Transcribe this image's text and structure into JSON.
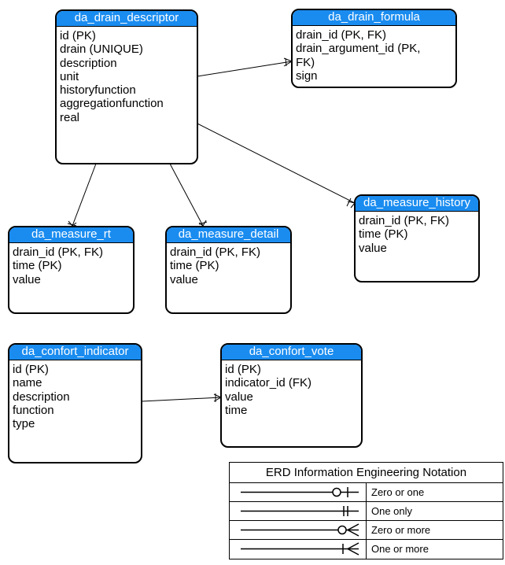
{
  "entities": {
    "drain_descriptor": {
      "name": "da_drain_descriptor",
      "attributes": [
        "id (PK)",
        "drain (UNIQUE)",
        "description",
        "unit",
        "historyfunction",
        "aggregationfunction",
        "real"
      ]
    },
    "drain_formula": {
      "name": "da_drain_formula",
      "attributes": [
        "drain_id (PK, FK)",
        "drain_argument_id (PK,\nFK)",
        "sign"
      ]
    },
    "measure_rt": {
      "name": "da_measure_rt",
      "attributes": [
        "drain_id (PK, FK)",
        "time (PK)",
        "value"
      ]
    },
    "measure_detail": {
      "name": "da_measure_detail",
      "attributes": [
        "drain_id (PK, FK)",
        "time (PK)",
        "value"
      ]
    },
    "measure_history": {
      "name": "da_measure_history",
      "attributes": [
        "drain_id (PK, FK)",
        "time (PK)",
        "value"
      ]
    },
    "confort_indicator": {
      "name": "da_confort_indicator",
      "attributes": [
        "id (PK)",
        "name",
        "description",
        "function",
        "type"
      ]
    },
    "confort_vote": {
      "name": "da_confort_vote",
      "attributes": [
        "id (PK)",
        "indicator_id (FK)",
        "value",
        "time"
      ]
    }
  },
  "legend": {
    "title": "ERD Information Engineering Notation",
    "rows": [
      {
        "label": "Zero or one",
        "symbol": "zero-or-one"
      },
      {
        "label": "One only",
        "symbol": "one-only"
      },
      {
        "label": "Zero or more",
        "symbol": "zero-or-more"
      },
      {
        "label": "One or more",
        "symbol": "one-or-more"
      }
    ]
  },
  "colors": {
    "header": "#1a8cf0",
    "header_text": "#ffffff",
    "line": "#000000"
  }
}
